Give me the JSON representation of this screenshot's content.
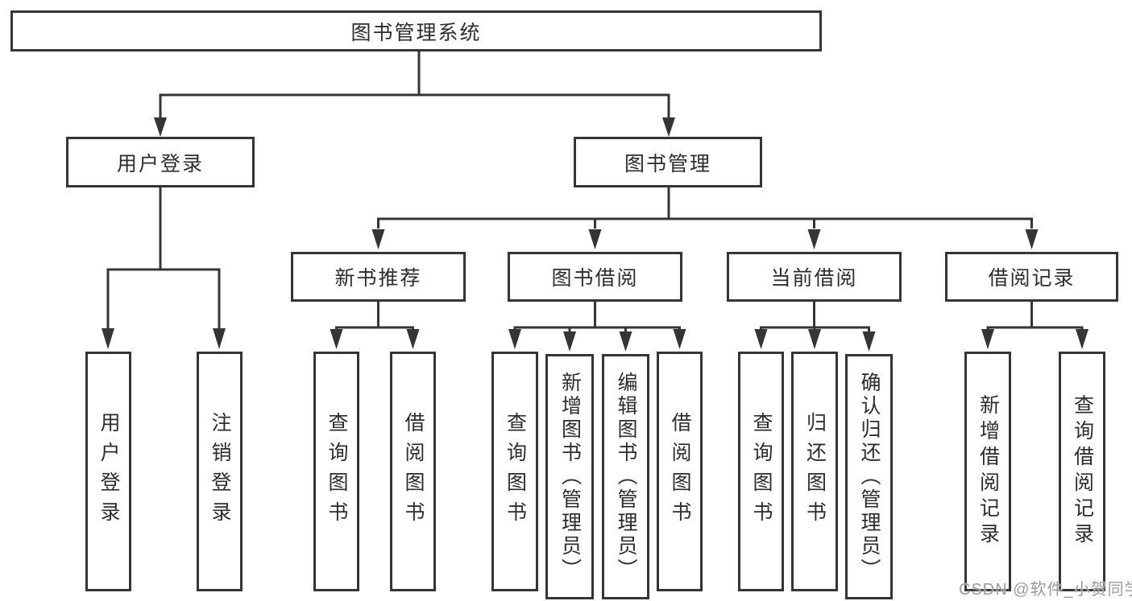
{
  "tree": {
    "root": "图书管理系统",
    "branches": [
      {
        "label": "用户登录",
        "children": [
          "用户登录",
          "注销登录"
        ]
      },
      {
        "label": "图书管理",
        "groups": [
          {
            "label": "新书推荐",
            "children": [
              "查询图书",
              "借阅图书"
            ]
          },
          {
            "label": "图书借阅",
            "children": [
              "查询图书",
              "新增图书（管理员）",
              "编辑图书（管理员）",
              "借阅图书"
            ]
          },
          {
            "label": "当前借阅",
            "children": [
              "查询图书",
              "归还图书",
              "确认归还（管理员）"
            ]
          },
          {
            "label": "借阅记录",
            "children": [
              "新增借阅记录",
              "查询借阅记录"
            ]
          }
        ]
      }
    ]
  },
  "watermark": {
    "text": "CSDN @软件_小贺同学",
    "color": "#9b9b9b"
  },
  "colors": {
    "line": "#353535",
    "box_border": "#353535",
    "text": "#2d2d2d",
    "background": "#ffffff"
  }
}
